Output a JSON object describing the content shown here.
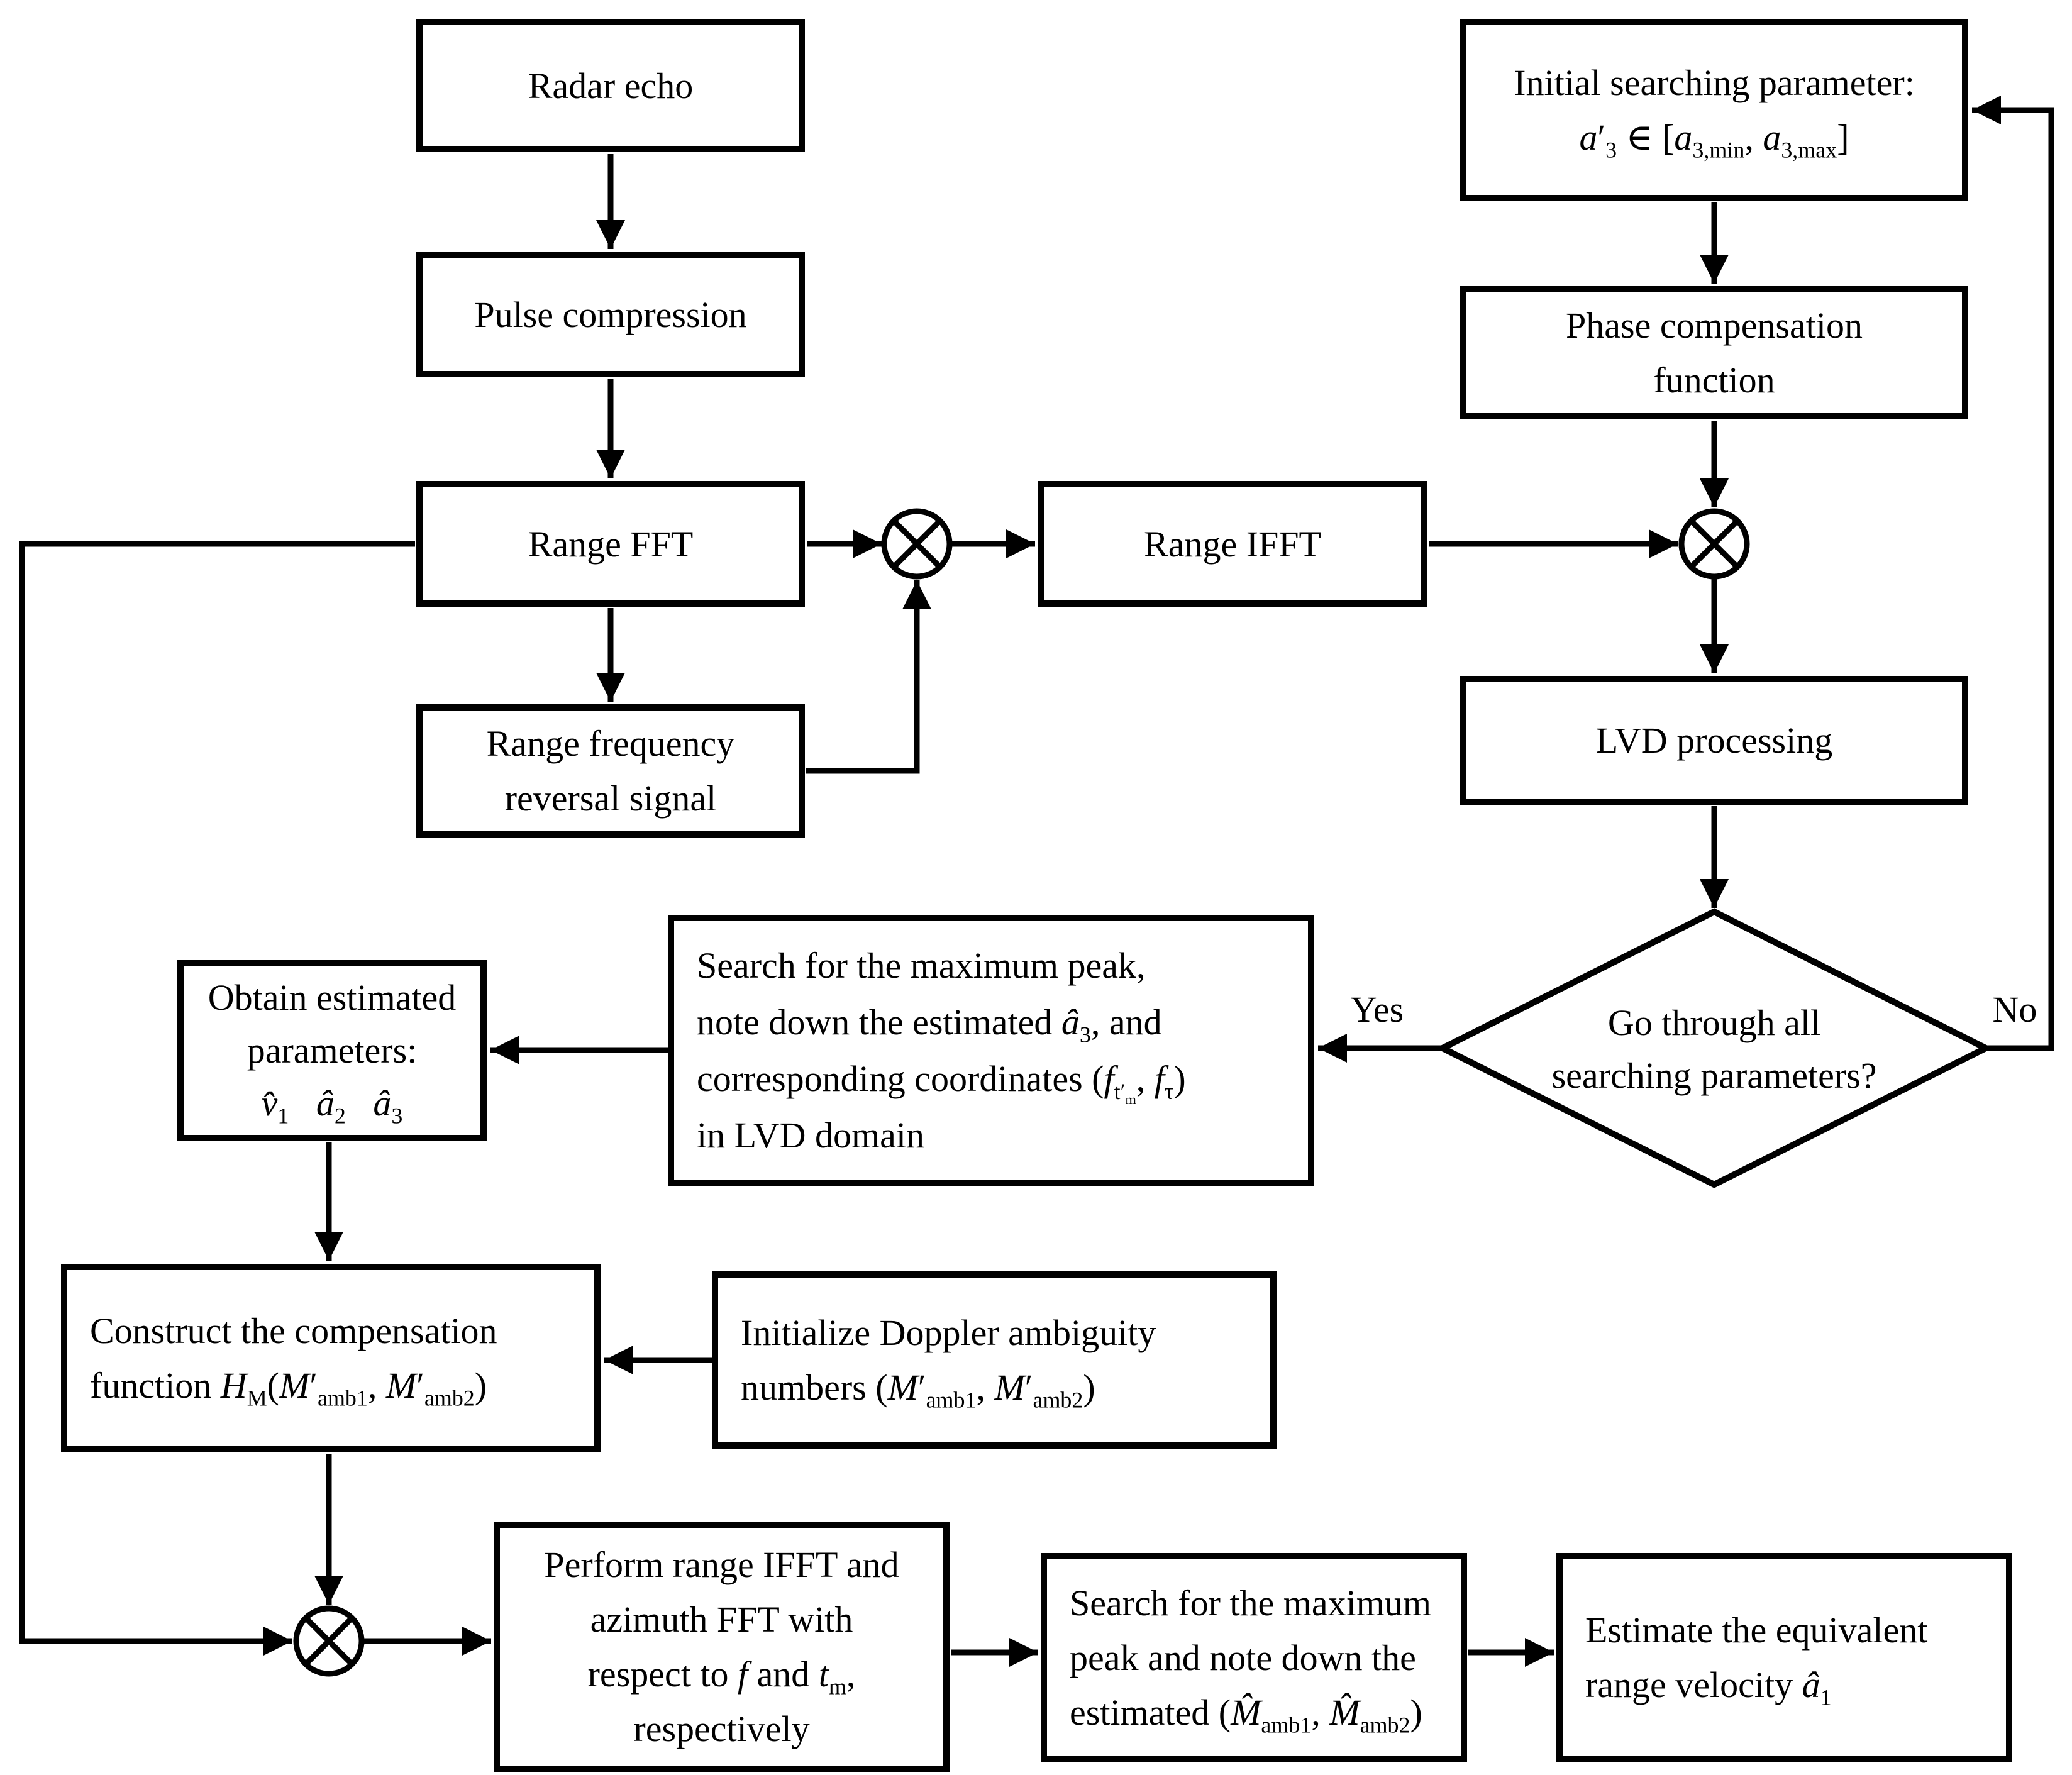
{
  "figure": {
    "boxes": {
      "radar_echo": "Radar echo",
      "pulse_compression": "Pulse compression",
      "range_fft": "Range FFT",
      "range_freq_reversal": {
        "line1": "Range frequency",
        "line2": "reversal signal"
      },
      "range_ifft": "Range IFFT",
      "initial_search": {
        "line1": "Initial searching parameter:",
        "formula": "*a*′_{3} ∈ [*a*_{3,min}, *a*_{3,max}]"
      },
      "phase_comp": {
        "line1": "Phase compensation",
        "line2": "function"
      },
      "lvd_processing": "LVD processing",
      "decision": {
        "line1": "Go through all",
        "line2": "searching parameters?"
      },
      "search_peak_lvd": {
        "line1": "Search for the maximum peak,",
        "line2": "note down the estimated *â*_{3}, and",
        "line3": "corresponding coordinates (*f*_{t′_{m}}, *f*_{τ})",
        "line4": "in LVD domain"
      },
      "obtain_params": {
        "line1": "Obtain estimated",
        "line2": "parameters:",
        "formula": "*v̂*_{1}   *â*_{2}   *â*_{3}"
      },
      "construct_comp": {
        "line1": "Construct the compensation",
        "line2": "function *H*_{M}(*M*′_{amb1}, *M*′_{amb2})"
      },
      "init_doppler": {
        "line1": "Initialize Doppler ambiguity",
        "line2": "numbers (*M*′_{amb1}, *M*′_{amb2})"
      },
      "perform_ifft": {
        "line1": "Perform range IFFT and",
        "line2": "azimuth FFT with",
        "line3": "respect to *f* and *t*_{m},",
        "line4": "respectively"
      },
      "search_peak_amb": {
        "line1": "Search for the maximum",
        "line2": "peak and note down the",
        "line3": "estimated (*M̂*_{amb1}, *M̂*_{amb2})"
      },
      "estimate_velocity": {
        "line1": "Estimate the equivalent",
        "line2": "range velocity *â*_{1}"
      }
    },
    "labels": {
      "yes": "Yes",
      "no": "No"
    },
    "colors": {
      "line": "#000000",
      "background": "#ffffff",
      "box_fill": "#ffffff"
    }
  }
}
